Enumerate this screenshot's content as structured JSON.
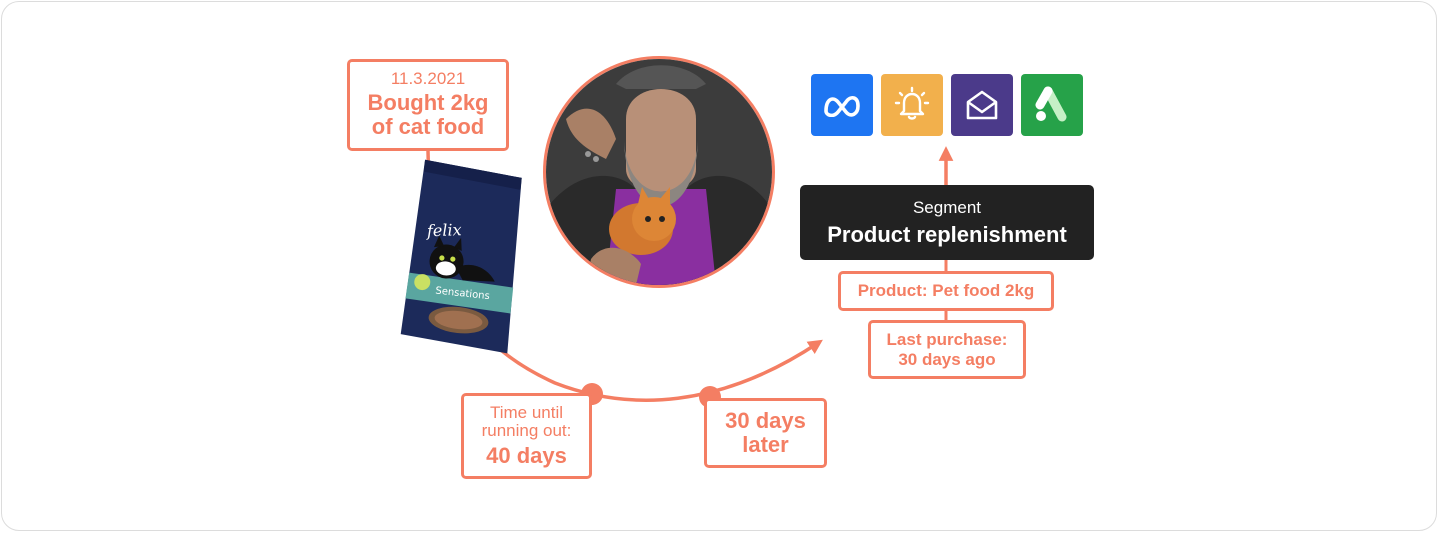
{
  "purchase": {
    "date": "11.3.2021",
    "title": "Bought 2kg of cat food"
  },
  "product_brand": {
    "name": "felix",
    "variant": "Sensations"
  },
  "depletion": {
    "label": "Time until running out:",
    "value": "40 days"
  },
  "later": {
    "label": "30 days later"
  },
  "segment": {
    "label": "Segment",
    "title": "Product replenishment"
  },
  "conditions": {
    "product": "Product: Pet food 2kg",
    "last_purchase": "Last purchase: 30 days ago"
  },
  "channels": [
    {
      "name": "meta",
      "icon": "meta-icon",
      "color": "#1e75f2"
    },
    {
      "name": "push",
      "icon": "bell-icon",
      "color": "#f2b04c"
    },
    {
      "name": "email",
      "icon": "mail-icon",
      "color": "#4b3a8a"
    },
    {
      "name": "google-ads",
      "icon": "google-ads-icon",
      "color": "#26a249"
    }
  ],
  "colors": {
    "accent": "#f47e63",
    "dark": "#222222",
    "border": "#dcdcdc"
  }
}
